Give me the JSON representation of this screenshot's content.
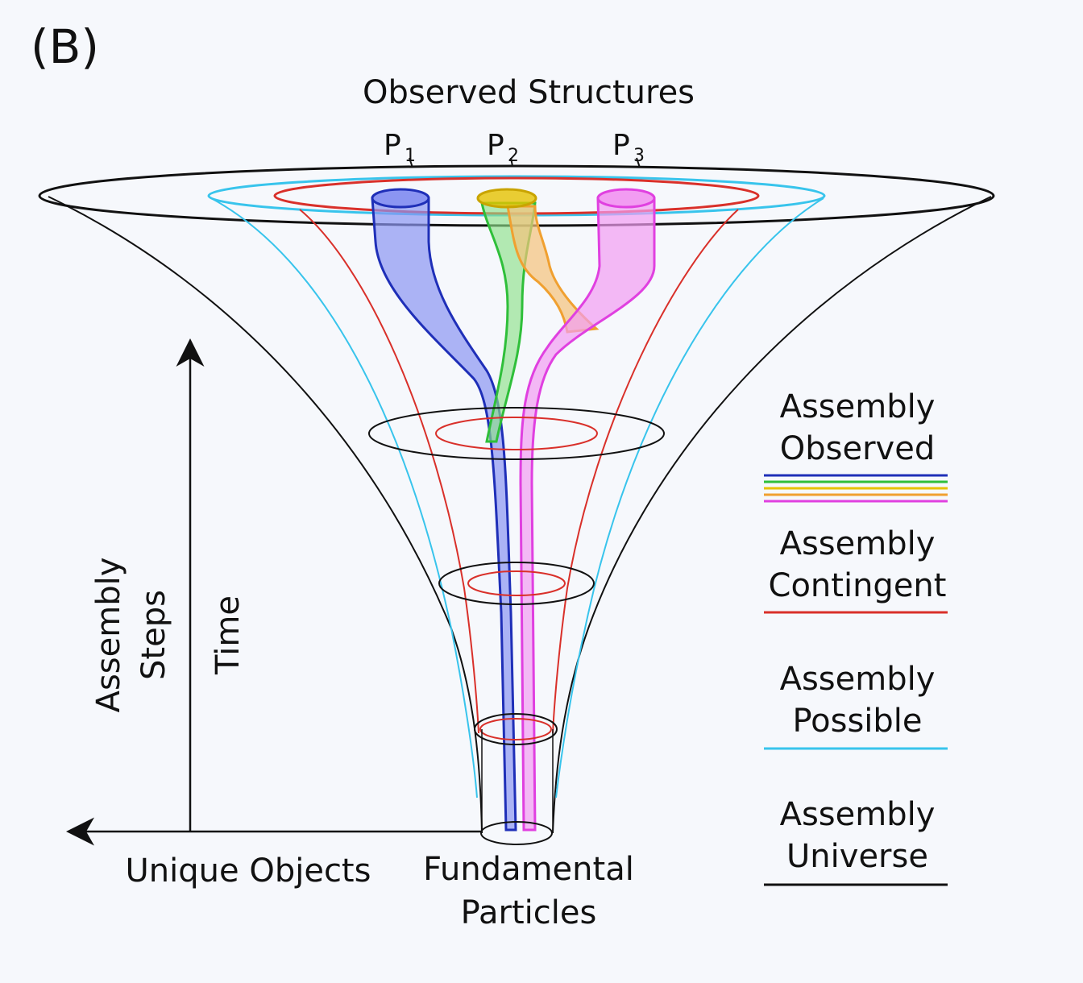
{
  "panel_label": "(B)",
  "top_title": "Observed Structures",
  "pathways": [
    {
      "label": "P",
      "sub": "1"
    },
    {
      "label": "P",
      "sub": "2"
    },
    {
      "label": "P",
      "sub": "3"
    }
  ],
  "axes": {
    "vertical_label_1": "Assembly",
    "vertical_label_2": "Steps",
    "time_label": "Time",
    "horizontal_label": "Unique Objects",
    "origin_label_1": "Fundamental",
    "origin_label_2": "Particles"
  },
  "legend": [
    {
      "line1": "Assembly",
      "line2": "Observed",
      "colors": [
        "#1f2fb8",
        "#2fbf3a",
        "#e6c200",
        "#f0a030",
        "#e040e0"
      ]
    },
    {
      "line1": "Assembly",
      "line2": "Contingent",
      "colors": [
        "#d9302a"
      ]
    },
    {
      "line1": "Assembly",
      "line2": "Possible",
      "colors": [
        "#38c4ec"
      ]
    },
    {
      "line1": "Assembly",
      "line2": "Universe",
      "colors": [
        "#111111"
      ]
    }
  ]
}
